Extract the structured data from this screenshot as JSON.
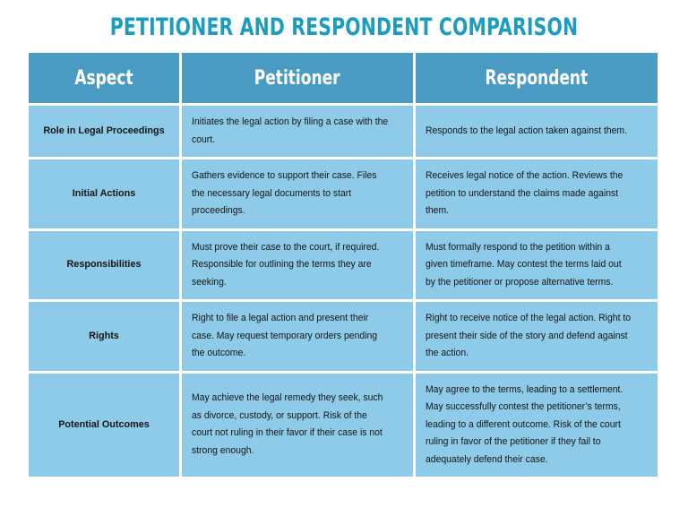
{
  "title": "PETITIONER AND RESPONDENT COMPARISON",
  "colors": {
    "title": "#1b9cc0",
    "header_background": "#4a9bc4",
    "header_text": "#ffffff",
    "cell_background": "#8ecbe8",
    "cell_text": "#151515",
    "page_background": "#ffffff"
  },
  "table": {
    "columns": [
      "Aspect",
      "Petitioner",
      "Respondent"
    ],
    "rows": [
      {
        "aspect": "Role in Legal Proceedings",
        "petitioner": "Initiates the legal action by filing a case with the court.",
        "respondent": "Responds to the legal action taken against them."
      },
      {
        "aspect": "Initial Actions",
        "petitioner": "Gathers evidence to support their case. Files the necessary legal documents to start proceedings.",
        "respondent": "Receives legal notice of the action. Reviews the petition to understand the claims made against them."
      },
      {
        "aspect": "Responsibilities",
        "petitioner": "Must prove their case to the court, if required. Responsible for outlining the terms they are seeking.",
        "respondent": "Must formally respond to the petition within a given timeframe. May contest the terms laid out by the petitioner or propose alternative terms."
      },
      {
        "aspect": "Rights",
        "petitioner": "Right to file a legal action and present their case. May request temporary orders pending the outcome.",
        "respondent": "Right to receive notice of the legal action. Right to present their side of the story and defend against the action."
      },
      {
        "aspect": "Potential Outcomes",
        "petitioner": "May achieve the legal remedy they seek, such as divorce, custody, or support. Risk of the court not ruling in their favor if their case is not strong enough.",
        "respondent": "May agree to the terms, leading to a settlement. May successfully contest the petitioner’s terms, leading to a different outcome. Risk of the court ruling in favor of the petitioner if they fail to adequately defend their case."
      }
    ]
  }
}
